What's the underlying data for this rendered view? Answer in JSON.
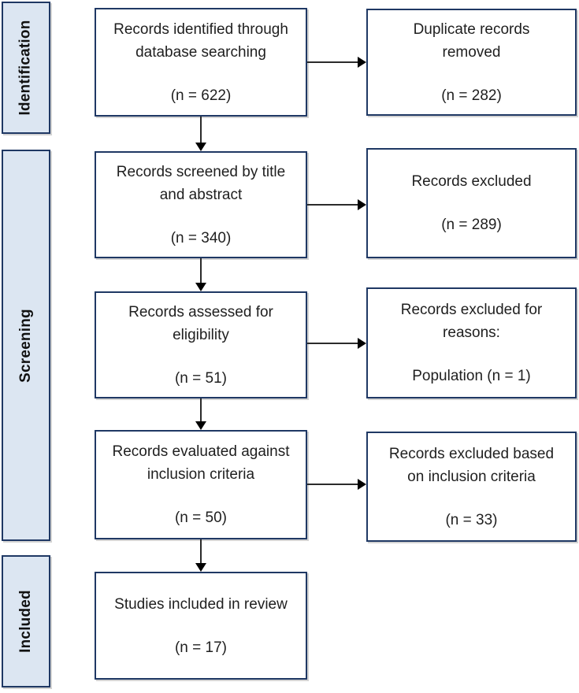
{
  "colors": {
    "box_border": "#1f3864",
    "sidebar_fill": "#dce6f2",
    "text": "#1f1f1f",
    "arrow": "#2b2b2b"
  },
  "sidebar": {
    "stages": [
      {
        "label": "Identification"
      },
      {
        "label": "Screening"
      },
      {
        "label": "Included"
      }
    ]
  },
  "flow": {
    "main": [
      {
        "title": "Records identified through\ndatabase searching",
        "count": "(n = 622)"
      },
      {
        "title": "Records screened by title\nand abstract",
        "count": "(n = 340)"
      },
      {
        "title": "Records assessed for\neligibility",
        "count": "(n = 51)"
      },
      {
        "title": "Records evaluated against\ninclusion criteria",
        "count": "(n = 50)"
      },
      {
        "title": "Studies included in review",
        "count": "(n = 17)"
      }
    ],
    "side": [
      {
        "title": "Duplicate records\nremoved",
        "count": "(n = 282)"
      },
      {
        "title": "Records excluded",
        "count": "(n = 289)"
      },
      {
        "title": "Records excluded for\nreasons:",
        "count": "Population (n = 1)"
      },
      {
        "title": "Records excluded based\non inclusion criteria",
        "count": "(n = 33)"
      }
    ]
  }
}
